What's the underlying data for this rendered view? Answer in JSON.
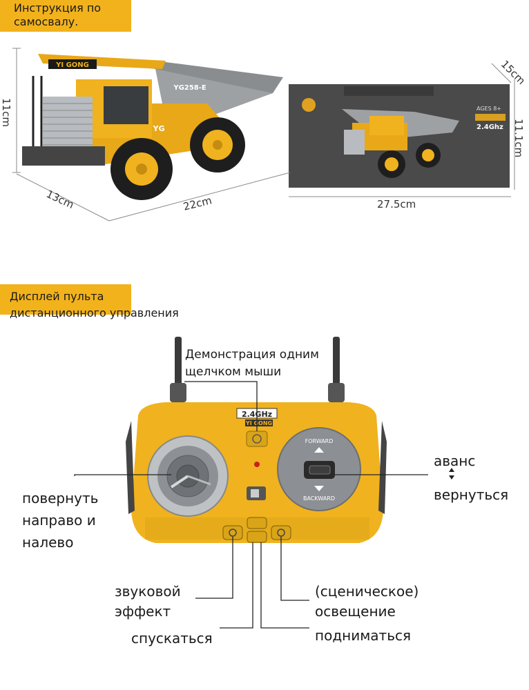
{
  "header1": {
    "line1": "Инструкция по",
    "line2": "самосвалу."
  },
  "header2": {
    "line1": "Дисплей пульта",
    "line2": "дистанционного управления"
  },
  "truck": {
    "brand": "YI GONG",
    "model": "YG258-E",
    "cab_badge": "YG",
    "dims": {
      "height": "11cm",
      "width": "13cm",
      "length": "22cm"
    }
  },
  "box": {
    "ages": "AGES 8+",
    "freq": "2.4Ghz",
    "dims": {
      "depth": "15cm",
      "height": "11.1cm",
      "length": "27.5cm"
    }
  },
  "remote": {
    "freq_label": "2.4GHz",
    "brand": "YI GONG",
    "forward": "FORWARD",
    "backward": "BACKWARD"
  },
  "labels": {
    "demo_line1": "Демонстрация одним",
    "demo_line2": "щелчком мыши",
    "forward_ru": "аванс",
    "backward_ru": "вернуться",
    "turn_line1": "повернуть",
    "turn_line2": "направо и",
    "turn_line3": "налево",
    "sound_line1": "звуковой",
    "sound_line2": "эффект",
    "light_line1": "(сценическое)",
    "light_line2": "освещение",
    "down": "спускаться",
    "up": "подниматься"
  },
  "colors": {
    "accent": "#f2b21c",
    "remote_body": "#f0b21e",
    "box": "#4a4a4a"
  }
}
